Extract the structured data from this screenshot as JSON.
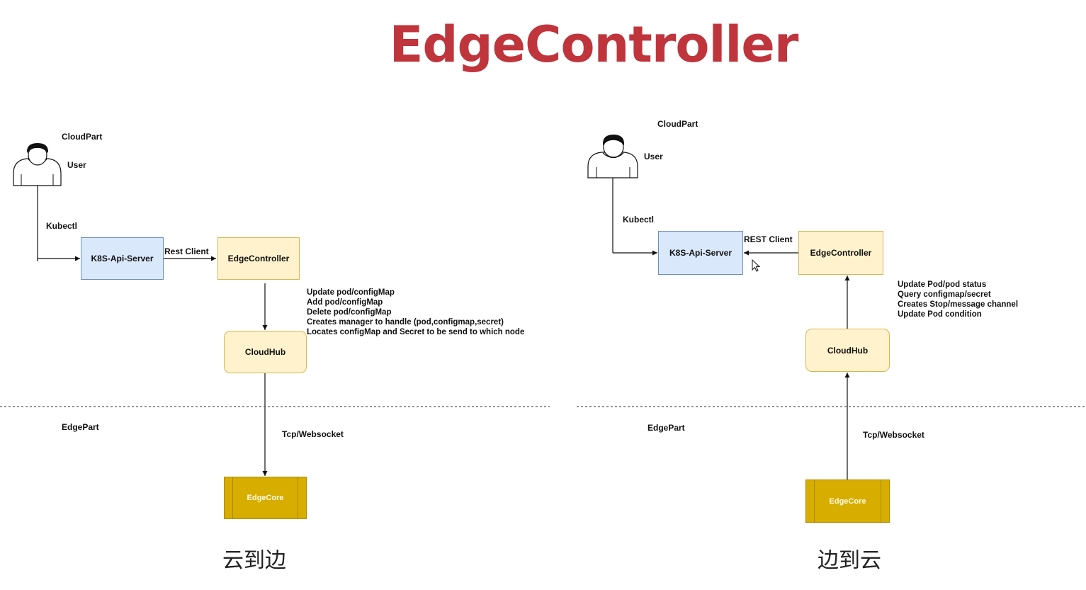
{
  "title": "EdgeController",
  "left": {
    "cloud_part": "CloudPart",
    "user": "User",
    "kubectl": "Kubectl",
    "k8s_api_server": "K8S-Api-Server",
    "rest_client": "Rest Client",
    "edge_controller": "EdgeController",
    "notes": [
      "Update pod/configMap",
      "Add pod/configMap",
      "Delete pod/configMap",
      "Creates manager to handle (pod,configmap,secret)",
      "Locates configMap and Secret to be send to which node"
    ],
    "cloudhub": "CloudHub",
    "edge_part": "EdgePart",
    "tcp_websocket": "Tcp/Websocket",
    "edgecore": "EdgeCore",
    "caption": "云到边"
  },
  "right": {
    "cloud_part": "CloudPart",
    "user": "User",
    "kubectl": "Kubectl",
    "k8s_api_server": "K8S-Api-Server",
    "rest_client": "REST Client",
    "edge_controller": "EdgeController",
    "notes": [
      "Update Pod/pod status",
      "Query configmap/secret",
      "Creates Stop/message channel",
      "Update Pod condition"
    ],
    "cloudhub": "CloudHub",
    "edge_part": "EdgePart",
    "tcp_websocket": "Tcp/Websocket",
    "edgecore": "EdgeCore",
    "caption": "边到云"
  }
}
